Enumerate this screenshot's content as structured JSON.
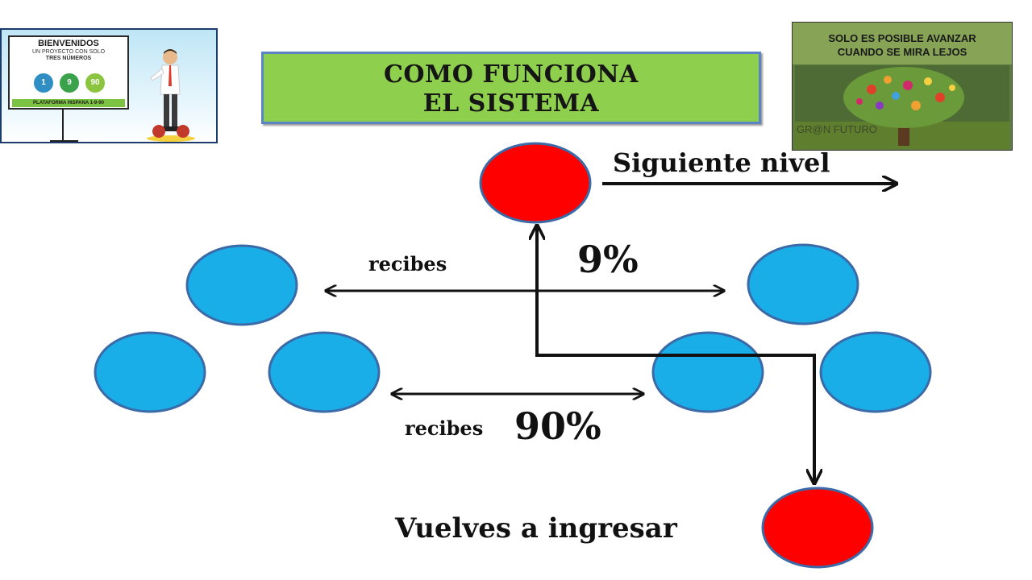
{
  "presenter_image": {
    "board_title": "BIENVENIDOS",
    "board_subtitle_1": "UN PROYECTO CON SOLO",
    "board_subtitle_2": "TRES NÚMEROS",
    "numbers": [
      "1",
      "9",
      "90"
    ],
    "board_footer": "PLATAFORMA HISPANA 1-9-90"
  },
  "title": {
    "line1": "COMO FUNCIONA",
    "line2": "EL SISTEMA"
  },
  "motto_image": {
    "line1": "SOLO ES POSIBLE AVANZAR",
    "line2": "CUANDO SE MIRA LEJOS",
    "logo_text": "GR@N FUTURO"
  },
  "diagram": {
    "next_level_label": "Siguiente nivel",
    "receive_label_top": "recibes",
    "percent_top": "9%",
    "receive_label_bottom": "recibes",
    "percent_bottom": "90%",
    "reenter_label": "Vuelves a ingresar"
  },
  "colors": {
    "red_node": "#ff0000",
    "blue_node": "#1aaee8",
    "node_border": "#3b6aa8",
    "title_bg": "#8ecf4d",
    "title_border": "#5b84c4"
  }
}
